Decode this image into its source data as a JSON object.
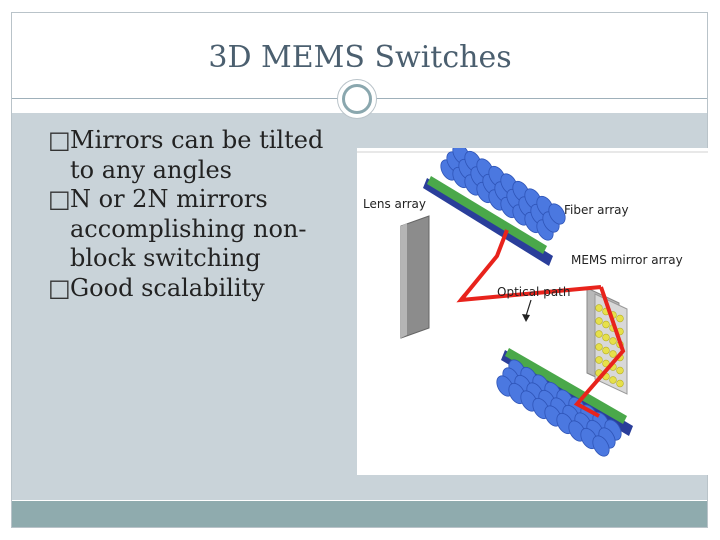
{
  "slide": {
    "title": "3D MEMS Switches",
    "bullet_marker": "□",
    "bullets": [
      {
        "lines": [
          "Mirrors can be tilted",
          "to any angles"
        ]
      },
      {
        "lines": [
          "N or 2N mirrors",
          "accomplishing non-",
          "block switching"
        ]
      },
      {
        "lines": [
          "Good scalability"
        ]
      }
    ]
  },
  "figure": {
    "labels": {
      "lens_array": "Lens array",
      "fiber_array": "Fiber array",
      "mems_mirror_array": "MEMS mirror array",
      "optical_path": "Optical path"
    },
    "colors": {
      "optical_path": "#e8231c",
      "fiber": "#4b78e0",
      "lens": "#4aa84a",
      "mems_base": "#2a3e9a",
      "mirror_plate": "#8c8c8c",
      "mems_mirrors": "#e6e04a"
    }
  }
}
